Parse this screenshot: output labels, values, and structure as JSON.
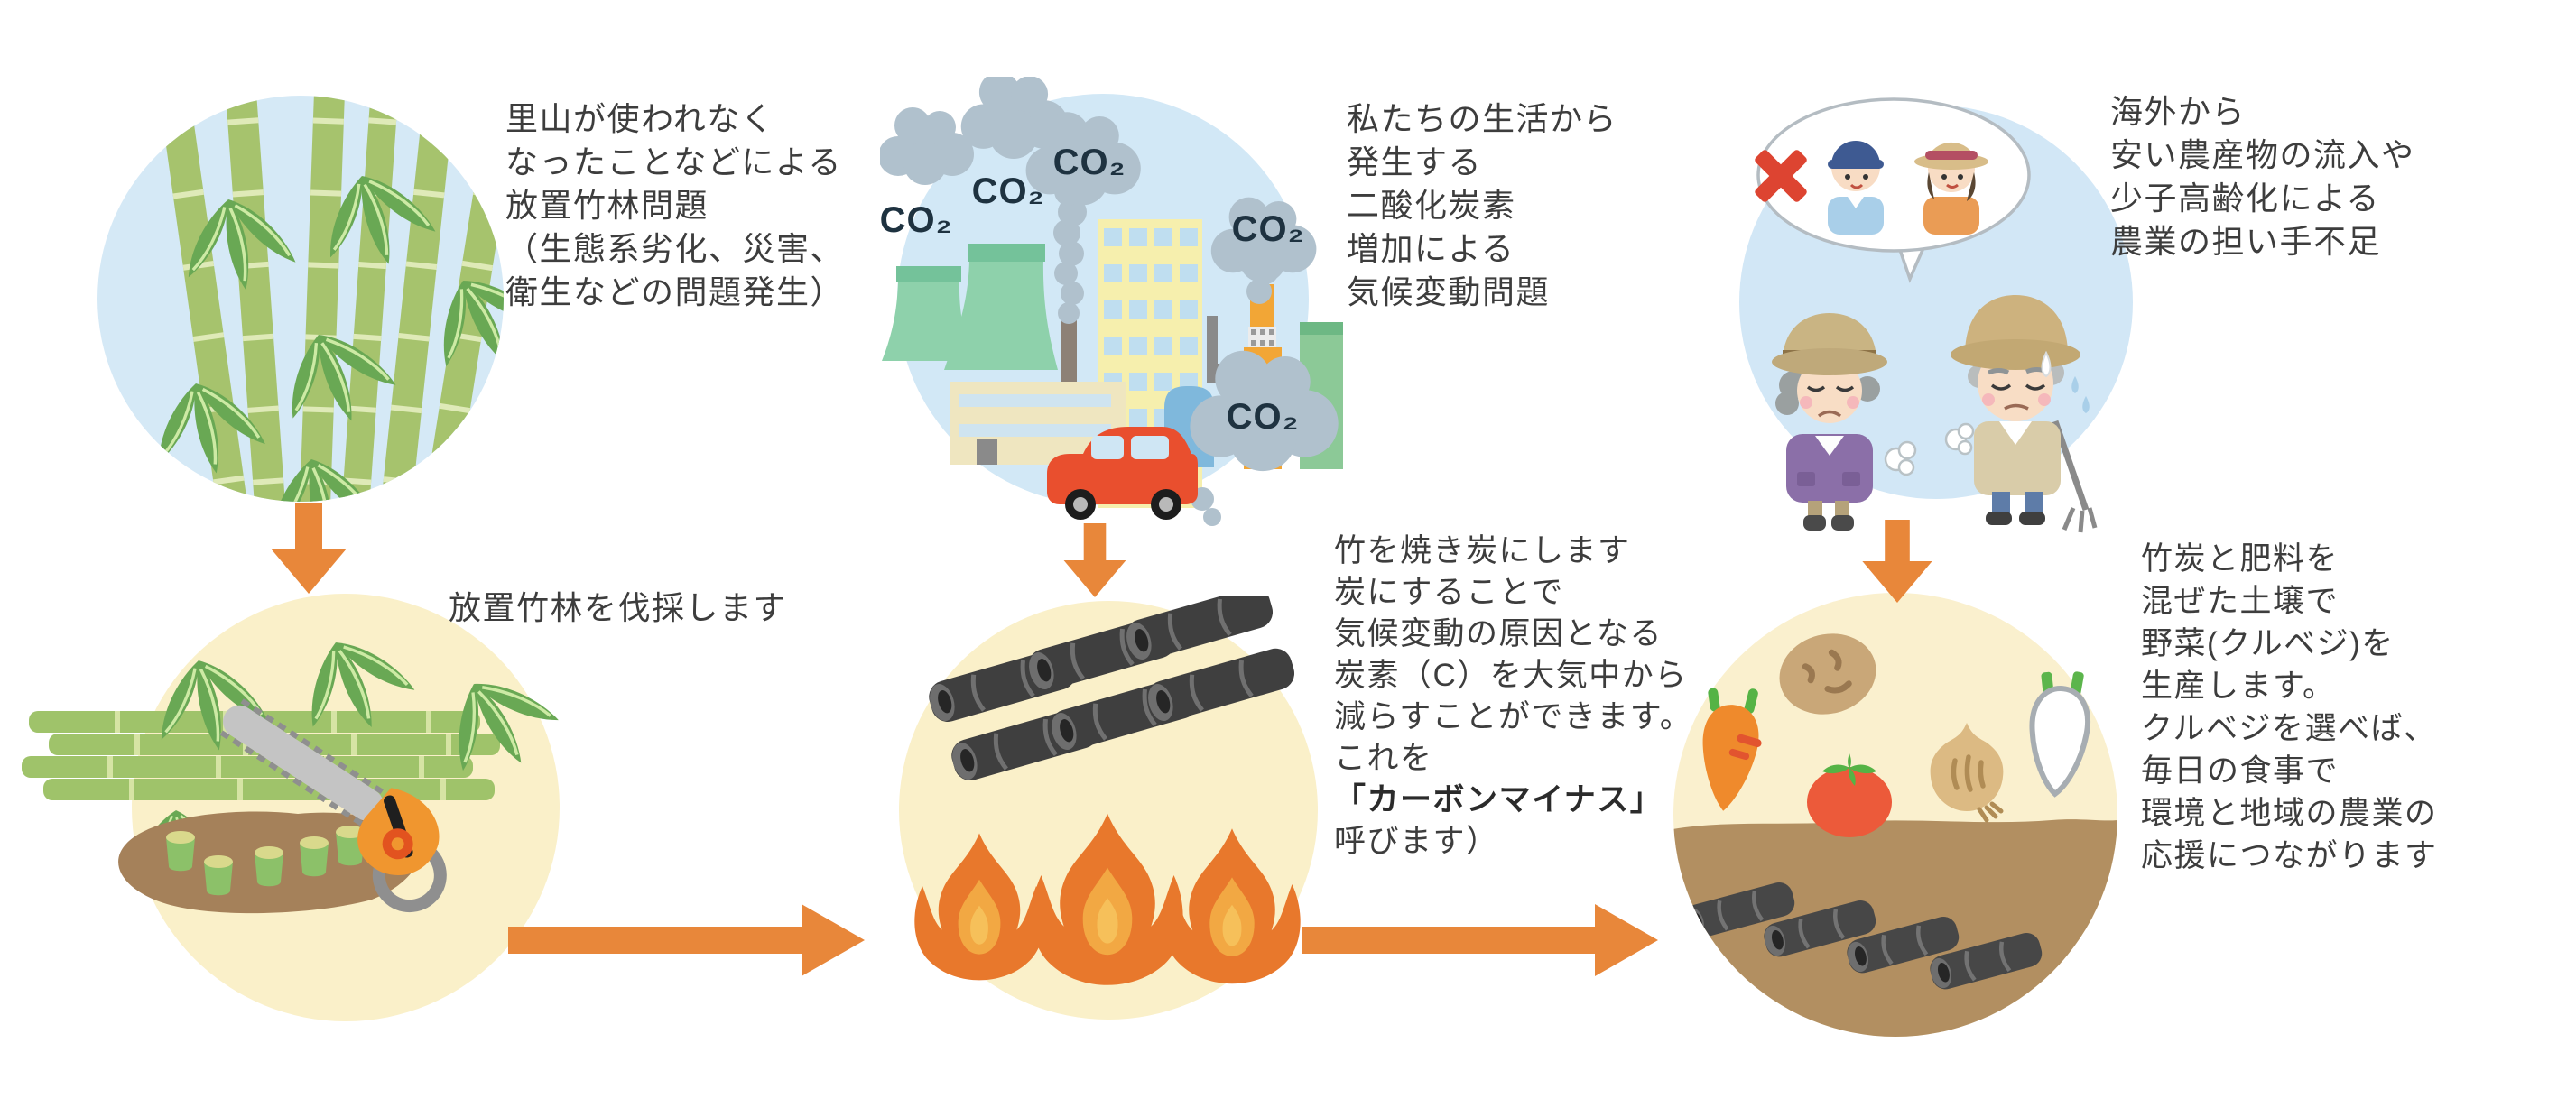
{
  "palette": {
    "accent_orange": "#e8873a",
    "problem_circle_blue": "#d5e9f6",
    "step_circle_cream": "#faf0c9",
    "text_color": "#3d3d3d",
    "co2_text_navy": "#1e3240",
    "bamboo_green": "#a6c36d",
    "leaf_green": "#69a854",
    "charcoal_gray": "#3f3f3f",
    "flame_orange": "#e8782c",
    "soil_brown": "#b28f61",
    "car_red": "#e94f2e"
  },
  "problems": {
    "bamboo": {
      "text": "里山が使われなく\nなったことなどによる\n放置竹林問題\n（生態系劣化、災害、\n衛生などの問題発生）"
    },
    "co2": {
      "text": "私たちの生活から\n発生する\n二酸化炭素\n増加による\n気候変動問題",
      "labels": [
        "CO₂",
        "CO₂",
        "CO₂",
        "CO₂",
        "CO₂"
      ]
    },
    "farming": {
      "text": "海外から\n安い農産物の流入や\n少子高齢化による\n農業の担い手不足"
    }
  },
  "steps": {
    "cutting": {
      "caption": "放置竹林を伐採します"
    },
    "charcoal": {
      "text_before": "竹を焼き炭にします\n炭にすることで\n気候変動の原因となる\n炭素（C）を大気中から\n減らすことができます。\nこれを",
      "text_bold": "「カーボンマイナス」",
      "text_after": "呼びます）"
    },
    "vegetables": {
      "text": "竹炭と肥料を\n混ぜた土壌で\n野菜(クルベジ)を\n生産します。\nクルベジを選べば、\n毎日の食事で\n環境と地域の農業の\n応援につながります"
    }
  }
}
